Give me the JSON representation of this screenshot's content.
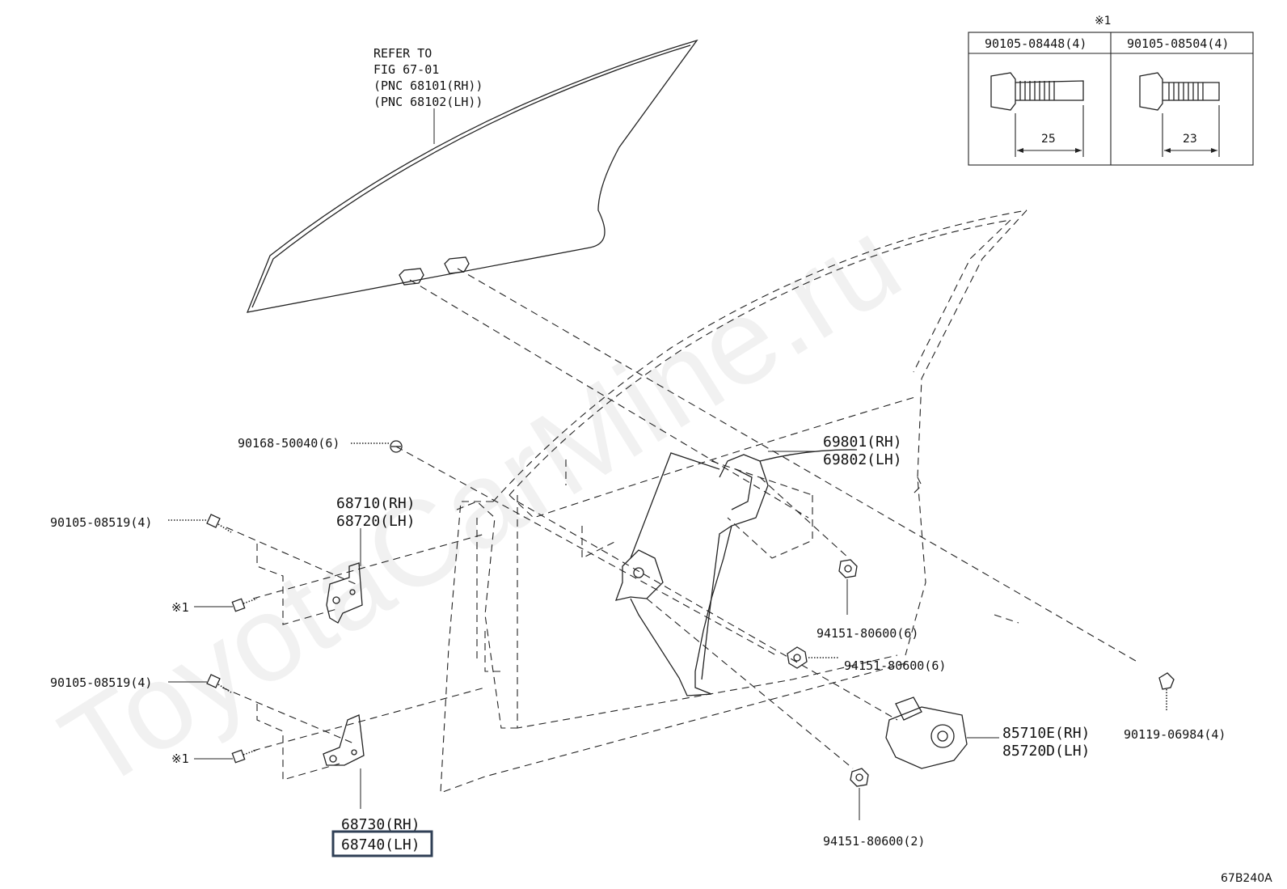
{
  "watermark": "ToyotaCarMine.ru",
  "figure_code": "67B240A",
  "glass_note": [
    "REFER TO",
    "FIG 67-01",
    "(PNC 68101(RH))",
    "(PNC 68102(LH))"
  ],
  "bolt_table": {
    "mark": "※1",
    "columns": [
      {
        "part": "90105-08448(4)",
        "length": "25"
      },
      {
        "part": "90105-08504(4)",
        "length": "23"
      }
    ]
  },
  "callouts": {
    "screw_90168": "90168-50040(6)",
    "bolt_90105_upper": "90105-08519(4)",
    "bolt_90105_lower": "90105-08519(4)",
    "mark_upper": "※1",
    "mark_lower": "※1",
    "hinge_upper": [
      "68710(RH)",
      "68720(LH)"
    ],
    "hinge_lower": [
      "68730(RH)",
      "68740(LH)"
    ],
    "regulator": [
      "69801(RH)",
      "69802(LH)"
    ],
    "nut_right": "94151-80600(6)",
    "nut_mid": "94151-80600(6)",
    "nut_bottom": "94151-80600(2)",
    "motor": [
      "85710E(RH)",
      "85720D(LH)"
    ],
    "bolt_90119": "90119-06984(4)"
  },
  "highlighted_callout": "68740(LH)"
}
